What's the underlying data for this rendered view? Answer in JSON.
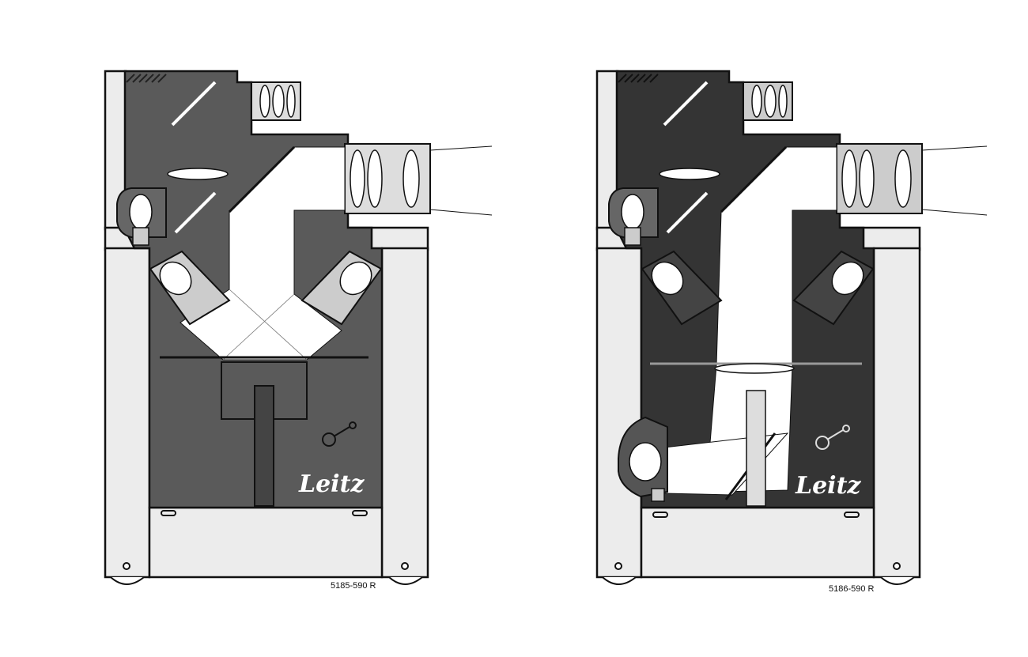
{
  "diagrams": [
    {
      "id": "left",
      "brand": "Leitz",
      "figure_code": "5185-590 R",
      "lower_illumination": false
    },
    {
      "id": "right",
      "brand": "Leitz",
      "figure_code": "5186-590 R",
      "lower_illumination": true
    }
  ],
  "colors": {
    "housing_left": "#5a5a5a",
    "housing_right": "#343434",
    "frame": "#ededed",
    "outline": "#111111",
    "light_path": "#ffffff"
  }
}
